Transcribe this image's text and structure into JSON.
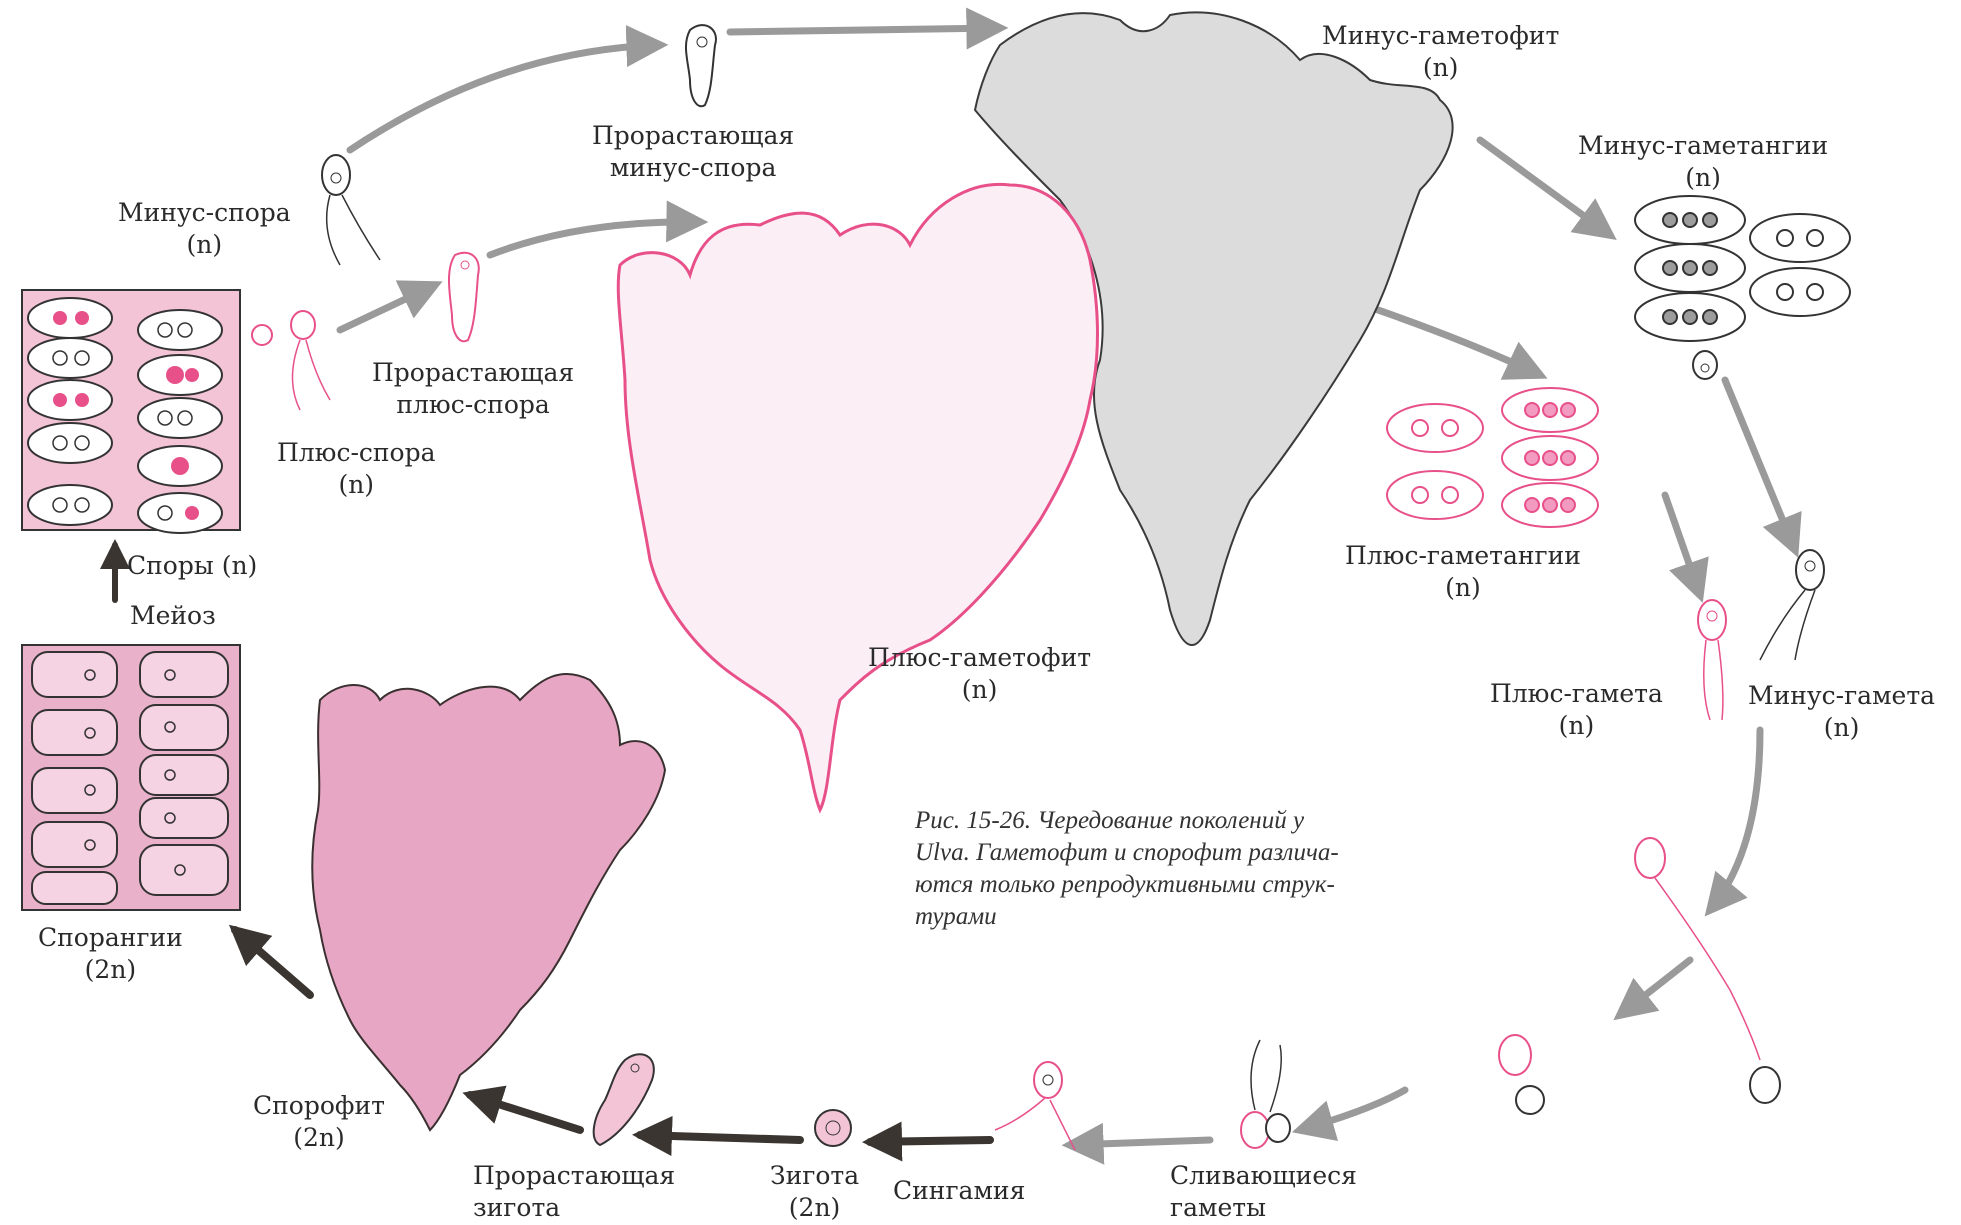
{
  "colors": {
    "plus": "#e8508a",
    "plus_fill": "#f7c9dc",
    "sporophyte_fill": "#e7a6c4",
    "minus": "#3a3a3a",
    "minus_fill": "#d9d9d9",
    "arrow_gray": "#9a9a9a",
    "arrow_dark": "#3a3530",
    "bg": "#ffffff"
  },
  "labels": {
    "minus_spore": {
      "line1": "Минус-спора",
      "line2": "(n)"
    },
    "germ_minus_spore": {
      "line1": "Прорастающая",
      "line2": "минус-спора"
    },
    "minus_gametophyte": {
      "line1": "Минус-гаметофит",
      "line2": "(n)"
    },
    "minus_gametangia": {
      "line1": "Минус-гаметангии",
      "line2": "(n)"
    },
    "germ_plus_spore": {
      "line1": "Прорастающая",
      "line2": "плюс-спора"
    },
    "plus_spore": {
      "line1": "Плюс-спора",
      "line2": "(n)"
    },
    "spores": {
      "line1": "Споры (n)"
    },
    "meiosis": {
      "line1": "Мейоз"
    },
    "plus_gametangia": {
      "line1": "Плюс-гаметангии",
      "line2": "(n)"
    },
    "plus_gametophyte": {
      "line1": "Плюс-гаметофит",
      "line2": "(n)"
    },
    "plus_gamete": {
      "line1": "Плюс-гамета",
      "line2": "(n)"
    },
    "minus_gamete": {
      "line1": "Минус-гамета",
      "line2": "(n)"
    },
    "sporangia": {
      "line1": "Спорангии",
      "line2": "(2n)"
    },
    "sporophyte": {
      "line1": "Спорофит",
      "line2": "(2n)"
    },
    "germ_zygote": {
      "line1": "Прорастающая",
      "line2": "зигота"
    },
    "zygote": {
      "line1": "Зигота",
      "line2": "(2n)"
    },
    "syngamy": {
      "line1": "Сингамия"
    },
    "fusing_gametes": {
      "line1": "Сливающиеся",
      "line2": "гаметы"
    }
  },
  "caption": "Рис. 15-26. Чередование поколений у\nUlva. Гаметофит и спорофит различа-\nются только репродуктивными струк-\nтурами"
}
